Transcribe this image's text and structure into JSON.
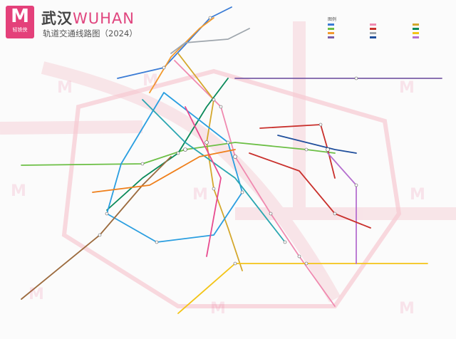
{
  "header": {
    "logo_mark": "M",
    "logo_text": "轻铁侠",
    "title_cn": "武汉",
    "title_en": "WUHAN",
    "subtitle": "轨道交通线路图（2024）"
  },
  "colors": {
    "brand": "#e4407a",
    "line_1": "#3a7bd5",
    "line_2": "#f08ab0",
    "line_3": "#d4a72c",
    "line_4": "#6cbf45",
    "line_5": "#c9302c",
    "line_6": "#0a8a5a",
    "line_7": "#f29a2e",
    "line_8": "#9fa6ad",
    "line_11": "#f3c417",
    "line_16": "#7b5ea7",
    "line_19": "#1f4e9c",
    "line_21": "#b56fcf",
    "ring": "#f5bcc6"
  },
  "legend": {
    "heading": "图例"
  }
}
